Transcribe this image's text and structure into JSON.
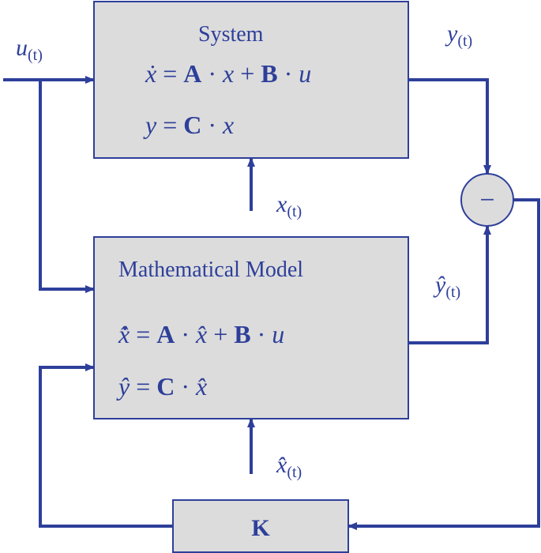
{
  "colors": {
    "line": "#2E3F9A",
    "text": "#2E3F9A",
    "box_fill": "#DCDCDC",
    "background": "#FFFFFF"
  },
  "signals": {
    "input": {
      "main": "u",
      "sub": "(t)"
    },
    "system_output": {
      "main": "y",
      "sub": "(t)"
    },
    "system_state": {
      "main": "x",
      "sub": "(t)"
    },
    "model_output": {
      "main": "ŷ",
      "sub": "(t)"
    },
    "model_state": {
      "main": "x̂",
      "sub": "(t)"
    }
  },
  "system_block": {
    "title": "System",
    "eq_state": {
      "lhs": "ẋ",
      "eq": "=",
      "m1": "A",
      "dot1": "·",
      "v1": "x",
      "plus": "+",
      "m2": "B",
      "dot2": "·",
      "v2": "u"
    },
    "eq_output": {
      "lhs": "y",
      "eq": "=",
      "m1": "C",
      "dot1": "·",
      "v1": "x"
    }
  },
  "model_block": {
    "title": "Mathematical Model",
    "eq_state": {
      "lhs": "x̂̇",
      "eq": "=",
      "m1": "A",
      "dot1": "·",
      "v1": "x̂",
      "plus": "+",
      "m2": "B",
      "dot2": "·",
      "v2": "u"
    },
    "eq_output": {
      "lhs": "ŷ",
      "eq": "=",
      "m1": "C",
      "dot1": "·",
      "v1": "x̂"
    }
  },
  "summing_junction": {
    "symbol": "−"
  },
  "gain_block": {
    "label": "K"
  }
}
